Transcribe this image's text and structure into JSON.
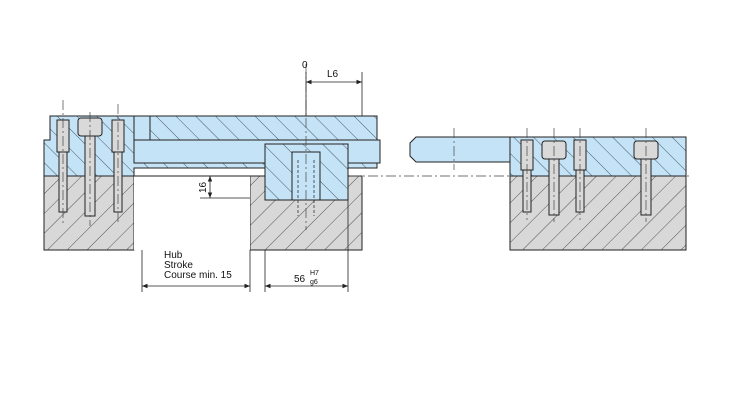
{
  "labels": {
    "zero": "0",
    "l6": "L6",
    "sixteen": "16",
    "hub": "Hub",
    "stroke": "Stroke",
    "course": "Course min. 15",
    "fit_base": "56",
    "fit_upper": "H7",
    "fit_lower": "g6"
  },
  "colors": {
    "slide_plate": "#c5e3f6",
    "base_body": "#d8d8d8",
    "outline": "#222222"
  }
}
